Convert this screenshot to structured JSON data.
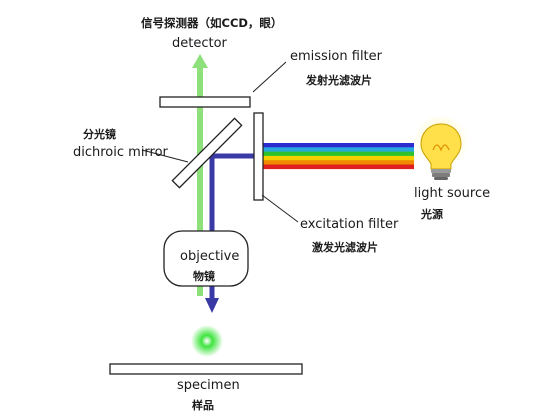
{
  "labels": {
    "detector_zh": "信号探测器（如CCD，眼）",
    "detector_en": "detector",
    "emission_filter_en": "emission filter",
    "emission_filter_zh": "发射光滤波片",
    "dichroic_zh": "分光镜",
    "dichroic_en": "dichroic mirror",
    "light_source_en": "light source",
    "light_source_zh": "光源",
    "excitation_filter_en": "excitation filter",
    "excitation_filter_zh": "激发光滤波片",
    "objective_en": "objective",
    "objective_zh": "物镜",
    "specimen_en": "specimen",
    "specimen_zh": "样品"
  },
  "icons": {
    "light_source": "light-bulb-icon"
  },
  "colors": {
    "emission_beam": "#8ee07a",
    "excitation_beam": "#3a3aa6",
    "specimen_glow": "#3ee43e",
    "bulb": "#ffe04a",
    "outline": "#222222",
    "spectrum": [
      "#2b2bd0",
      "#27a9e0",
      "#2fc22f",
      "#f5d000",
      "#f08a00",
      "#e02020"
    ]
  }
}
